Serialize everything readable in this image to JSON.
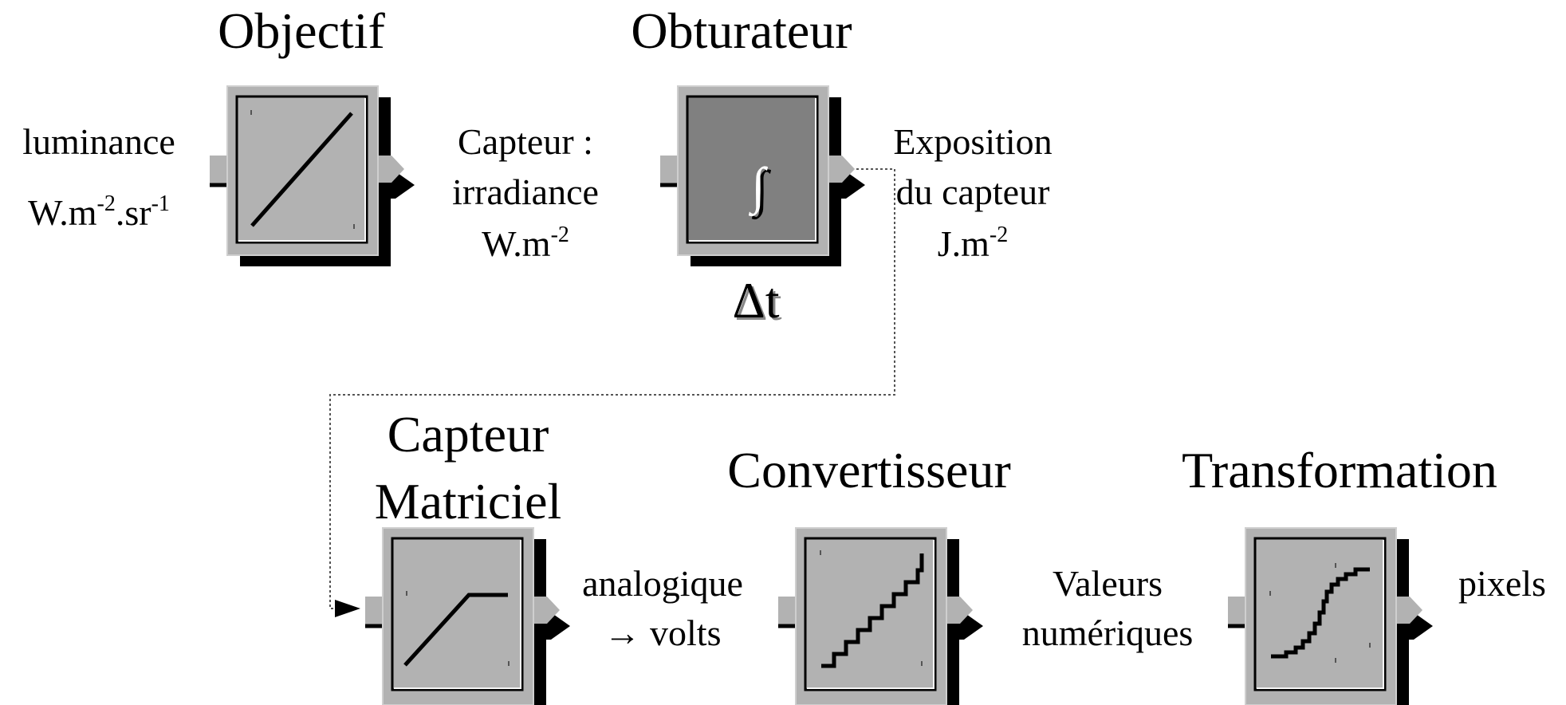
{
  "colors": {
    "block_fill": "#b2b2b2",
    "block_integrator_inner": "#808080",
    "block_shadow": "#000000",
    "background": "#ffffff",
    "connector_line": "#555555"
  },
  "blocks": [
    {
      "title": "Objectif",
      "icon": "linear-ramp-icon"
    },
    {
      "title": "Obturateur",
      "icon": "integral-icon",
      "symbol": "∫",
      "parameter": "Δt"
    },
    {
      "title_line1": "Capteur",
      "title_line2": "Matriciel",
      "icon": "saturation-icon"
    },
    {
      "title": "Convertisseur",
      "icon": "staircase-icon"
    },
    {
      "title": "Transformation",
      "icon": "sigmoid-staircase-icon"
    }
  ],
  "signals": {
    "input": {
      "line1": "luminance",
      "unit_base": "W.m",
      "unit_exp1": "-2",
      "unit_mid": ".sr",
      "unit_exp2": "-1"
    },
    "irradiance": {
      "line1": "Capteur :",
      "line2": "irradiance",
      "unit_base": "W.m",
      "unit_exp": "-2"
    },
    "exposure": {
      "line1": "Exposition",
      "line2": "du capteur",
      "unit_base": "J.m",
      "unit_exp": "-2"
    },
    "analog": {
      "line1": "analogique",
      "line2": "→ volts"
    },
    "digital": {
      "line1": "Valeurs",
      "line2": "numériques"
    },
    "output": {
      "line1": "pixels"
    }
  }
}
